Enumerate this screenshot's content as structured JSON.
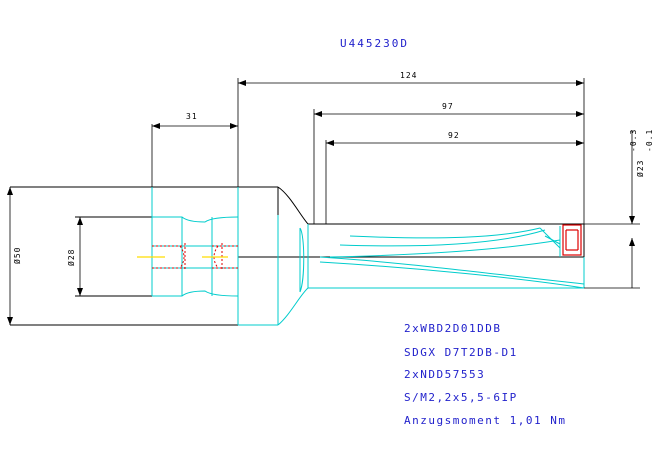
{
  "drawing": {
    "title": "U445230D",
    "dims": {
      "d124": "124",
      "d97": "97",
      "d92": "92",
      "d31": "31",
      "dia50": "Ø50",
      "dia28": "Ø28",
      "dia23": "Ø23",
      "tol_upper": "-0.3",
      "tol_lower": "-0.1"
    },
    "notes": [
      "2xWBD2D01DDB",
      "SDGX D7T2DB-D1",
      "2xNDD57553",
      "S/M2,2x5,5-6IP",
      "Anzugsmoment 1,01 Nm"
    ]
  },
  "colors": {
    "outline": "#000000",
    "cyan": "#00cccc",
    "red": "#dd0000",
    "yellow": "#ffdd00",
    "blue": "#2222cc"
  }
}
